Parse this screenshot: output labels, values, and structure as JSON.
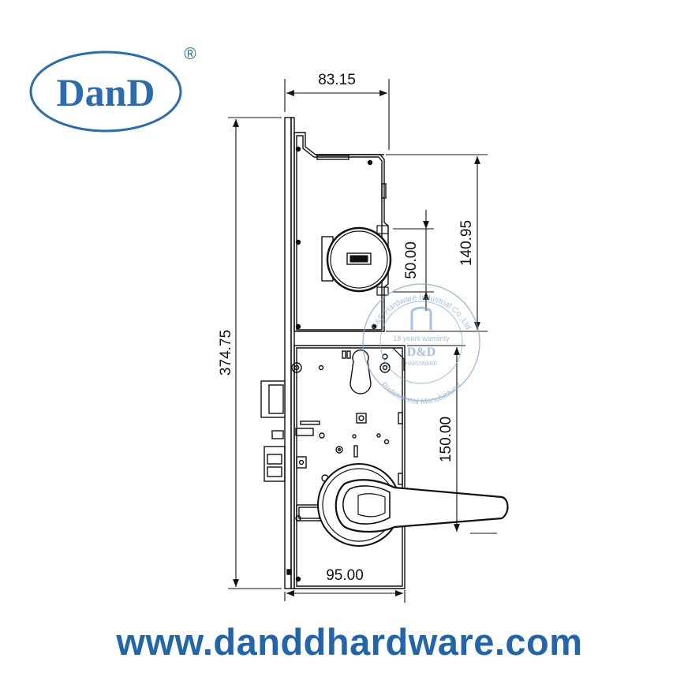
{
  "brand": {
    "logo_text": "DanD",
    "registered_mark": "®",
    "color": "#2b6cb0"
  },
  "dimensions": {
    "top_width": "83.15",
    "total_height": "374.75",
    "upper_section_height": "140.95",
    "cylinder_height": "50.00",
    "lever_offset": "150.00",
    "backset_width": "95.00"
  },
  "watermark": {
    "top_arc": "D&D Hardware Industrial Co.,Ltd",
    "warranty": "18 years warranty",
    "center": "D&D",
    "sub": "HARDWARE",
    "bottom_arc": "Professional Manufacturer",
    "color": "#7ea7d6"
  },
  "website": {
    "url": "www.danddhardware.com",
    "color": "#2166ac"
  }
}
